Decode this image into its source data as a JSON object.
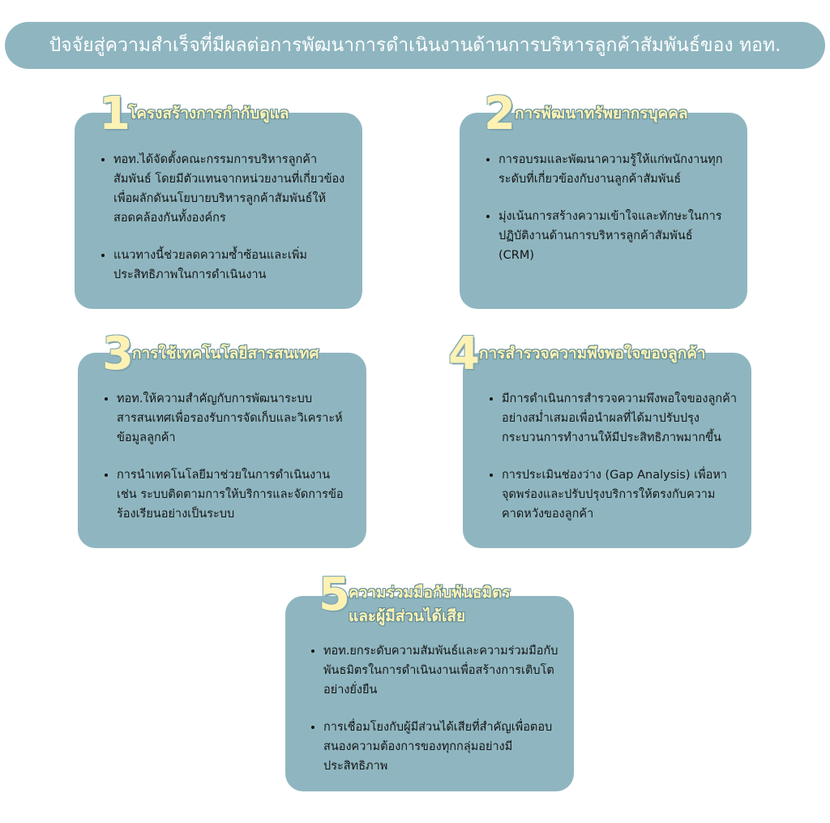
{
  "title": "ปัจจัยสู่ความสำเร็จที่มีผลต่อการพัฒนาการดำเนินงานด้านการบริหารลูกค้าสัมพันธ์ของ ทอท.",
  "colors": {
    "card": "#8fb6c0",
    "heading": "#fdf2b4",
    "text": "#141414",
    "title_text": "#ffffff"
  },
  "cards": [
    {
      "number": "1",
      "heading": "โครงสร้างการกำกับดูแล",
      "bullets": [
        "ทอท.ได้จัดตั้งคณะกรรมการบริหารลูกค้าสัมพันธ์ โดยมีตัวแทนจากหน่วยงานที่เกี่ยวข้องเพื่อผลักดันนโยบายบริหารลูกค้าสัมพันธ์ให้สอดคล้องกันทั้งองค์กร",
        "แนวทางนี้ช่วยลดความซ้ำซ้อนและเพิ่มประสิทธิภาพในการดำเนินงาน"
      ]
    },
    {
      "number": "2",
      "heading": "การพัฒนาทรัพยากรบุคคล",
      "bullets": [
        "การอบรมและพัฒนาความรู้ให้แก่พนักงานทุกระดับที่เกี่ยวข้องกับงานลูกค้าสัมพันธ์",
        "มุ่งเน้นการสร้างความเข้าใจและทักษะในการปฏิบัติงานด้านการบริหารลูกค้าสัมพันธ์ (CRM)"
      ]
    },
    {
      "number": "3",
      "heading": "การใช้เทคโนโลยีสารสนเทศ",
      "bullets": [
        "ทอท.ให้ความสำคัญกับการพัฒนาระบบสารสนเทศเพื่อรองรับการจัดเก็บและวิเคราะห์ข้อมูลลูกค้า",
        "การนำเทคโนโลยีมาช่วยในการดำเนินงาน เช่น ระบบติดตามการให้บริการและจัดการข้อร้องเรียนอย่างเป็นระบบ"
      ]
    },
    {
      "number": "4",
      "heading": "การสำรวจความพึงพอใจของลูกค้า",
      "bullets": [
        "มีการดำเนินการสำรวจความพึงพอใจของลูกค้าอย่างสม่ำเสมอเพื่อนำผลที่ได้มาปรับปรุงกระบวนการทำงานให้มีประสิทธิภาพมากขึ้น",
        "การประเมินช่องว่าง (Gap Analysis) เพื่อหาจุดพร่องและปรับปรุงบริการให้ตรงกับความคาดหวังของลูกค้า"
      ]
    },
    {
      "number": "5",
      "heading_line1": "ความร่วมมือกับพันธมิตร",
      "heading_line2": "และผู้มีส่วนได้เสีย",
      "bullets": [
        "ทอท.ยกระดับความสัมพันธ์และความร่วมมือกับพันธมิตรในการดำเนินงานเพื่อสร้างการเติบโตอย่างยั่งยืน",
        "การเชื่อมโยงกับผู้มีส่วนได้เสียที่สำคัญเพื่อตอบสนองความต้องการของทุกกลุ่มอย่างมีประสิทธิภาพ"
      ]
    }
  ]
}
